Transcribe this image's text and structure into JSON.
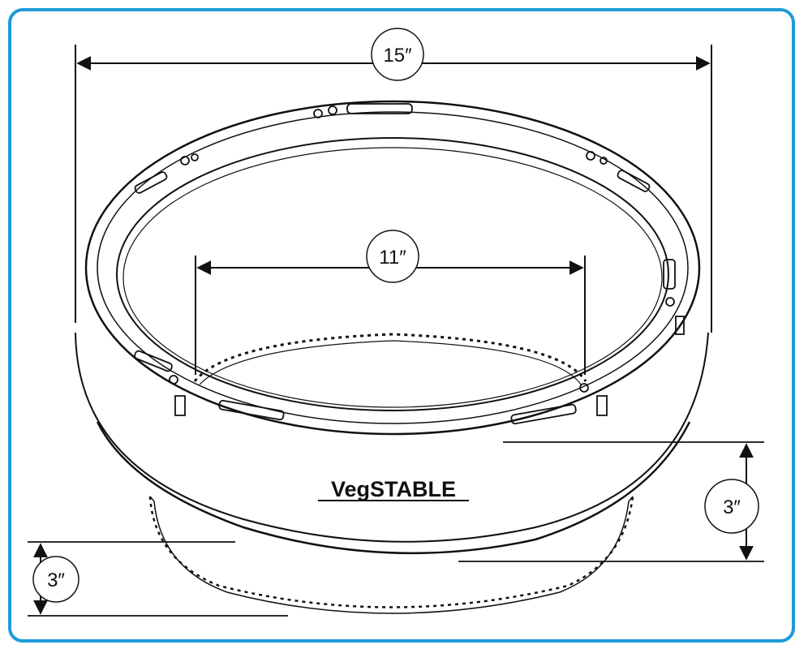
{
  "product_name": "VegSTABLE",
  "dimensions": {
    "outer_diameter": "15″",
    "inner_diameter": "11″",
    "upper_height": "3″",
    "lower_height": "3″"
  },
  "colors": {
    "frame_border": "#1e9bd7",
    "line": "#111111"
  }
}
